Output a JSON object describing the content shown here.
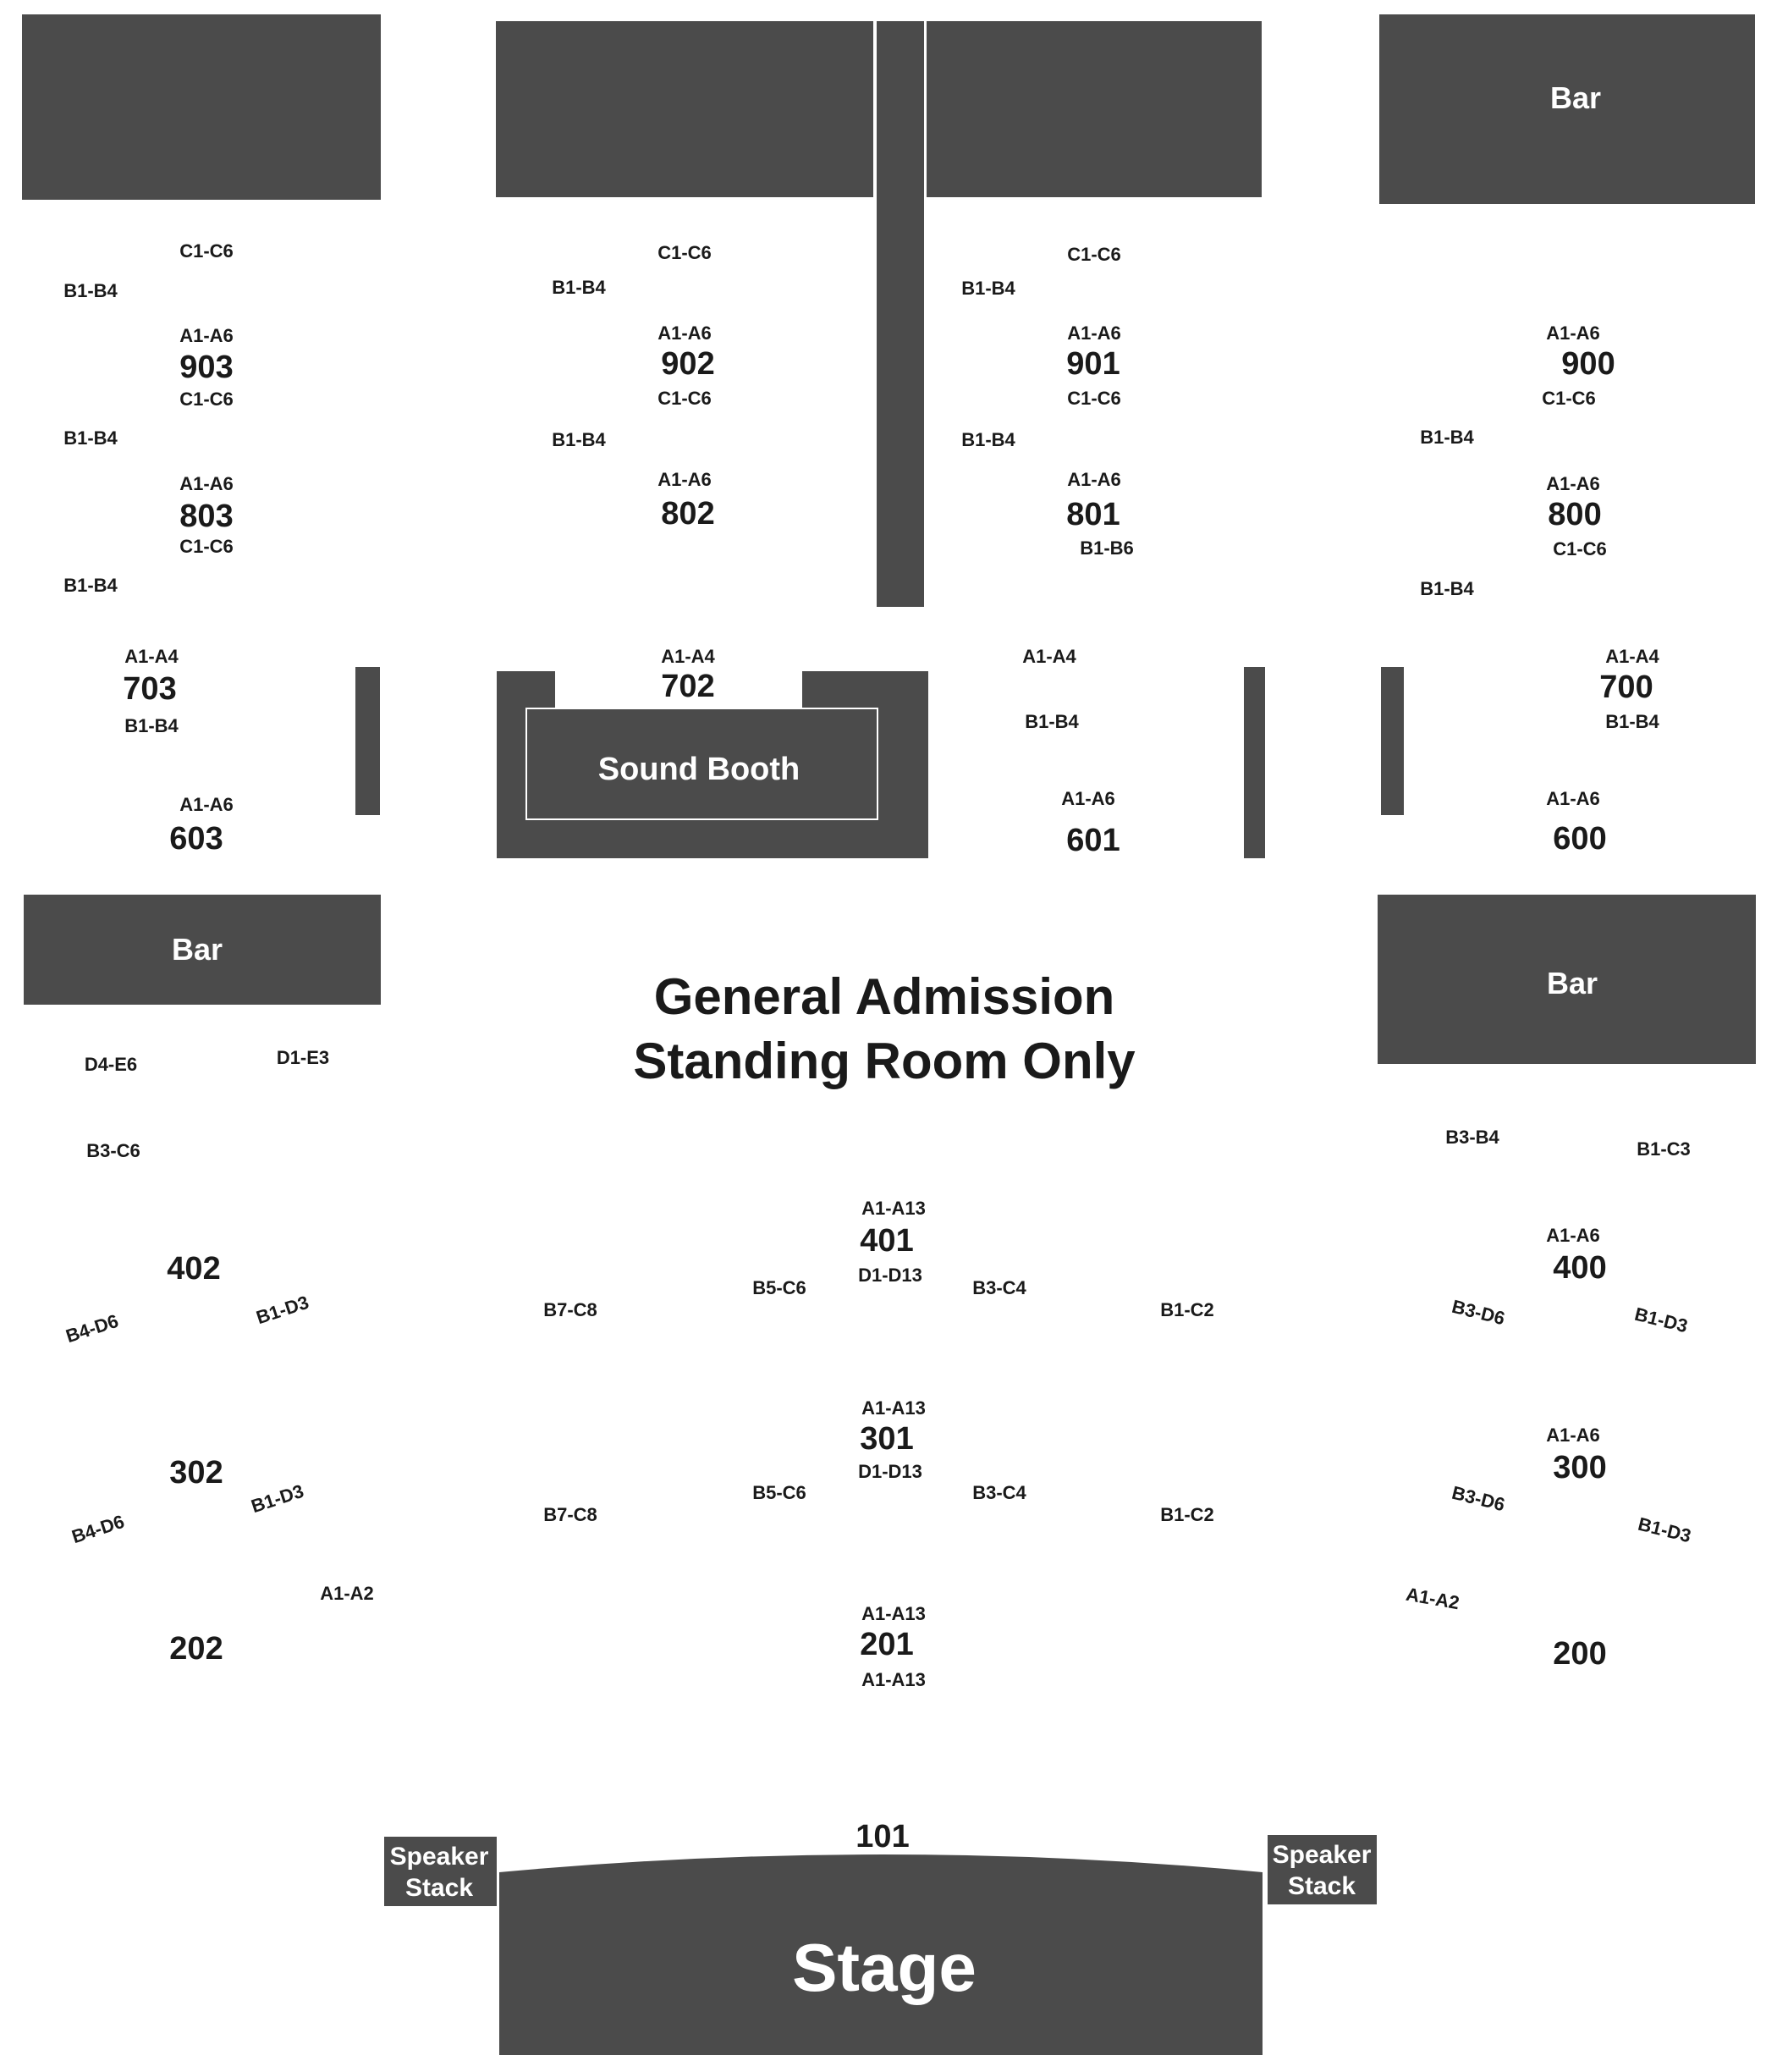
{
  "areas": {
    "bar_top_right": "Bar",
    "bar_left": "Bar",
    "bar_right": "Bar",
    "sound_booth": "Sound Booth",
    "speaker_left_line1": "Speaker",
    "speaker_left_line2": "Stack",
    "speaker_right_line1": "Speaker",
    "speaker_right_line2": "Stack",
    "stage": "Stage",
    "ga_line1": "General Admission",
    "ga_line2": "Standing Room Only"
  },
  "sections": {
    "s903": "903",
    "s902": "902",
    "s901": "901",
    "s900": "900",
    "s803": "803",
    "s802": "802",
    "s801": "801",
    "s800": "800",
    "s703": "703",
    "s702": "702",
    "s700": "700",
    "s603": "603",
    "s601": "601",
    "s600": "600",
    "s402": "402",
    "s401": "401",
    "s400": "400",
    "s302": "302",
    "s301": "301",
    "s300": "300",
    "s202": "202",
    "s201": "201",
    "s200": "200",
    "s101": "101"
  },
  "rows": {
    "r903_c": "C1-C6",
    "r903_b": "B1-B4",
    "r903_a": "A1-A6",
    "r803_c": "C1-C6",
    "r803_b": "B1-B4",
    "r803_a": "A1-A6",
    "r803_c2": "C1-C6",
    "r803_b2": "B1-B4",
    "r902_c": "C1-C6",
    "r902_b": "B1-B4",
    "r902_a": "A1-A6",
    "r802_c": "C1-C6",
    "r802_b": "B1-B4",
    "r802_a": "A1-A6",
    "r901_c": "C1-C6",
    "r901_b": "B1-B4",
    "r901_a": "A1-A6",
    "r801_c": "C1-C6",
    "r801_b": "B1-B4",
    "r801_a": "A1-A6",
    "r801_b6": "B1-B6",
    "r900_a": "A1-A6",
    "r900_c": "C1-C6",
    "r900_b": "B1-B4",
    "r800_a": "A1-A6",
    "r800_c": "C1-C6",
    "r800_b": "B1-B4",
    "r703_a": "A1-A4",
    "r703_b": "B1-B4",
    "r702_a": "A1-A4",
    "r701_a": "A1-A4",
    "r701_b": "B1-B4",
    "r700_a": "A1-A4",
    "r700_b": "B1-B4",
    "r603_a": "A1-A6",
    "r601_a": "A1-A6",
    "r600_a": "A1-A6",
    "r_d4e6": "D4-E6",
    "r_d1e3": "D1-E3",
    "r_b3c6": "B3-C6",
    "r402_b4d6": "B4-D6",
    "r402_b1d3": "B1-D3",
    "r302_b4d6": "B4-D6",
    "r302_b1d3": "B1-D3",
    "r202_a": "A1-A2",
    "r401_a": "A1-A13",
    "r401_d": "D1-D13",
    "r401_b7": "B7-C8",
    "r401_b5": "B5-C6",
    "r401_b3": "B3-C4",
    "r401_b1": "B1-C2",
    "r301_a": "A1-A13",
    "r301_d": "D1-D13",
    "r301_b7": "B7-C8",
    "r301_b5": "B5-C6",
    "r301_b3": "B3-C4",
    "r301_b1": "B1-C2",
    "r201_a": "A1-A13",
    "r201_a2": "A1-A13",
    "r_b3b4": "B3-B4",
    "r_b1c3": "B1-C3",
    "r400_a": "A1-A6",
    "r400_b3": "B3-D6",
    "r400_b1": "B1-D3",
    "r300_a": "A1-A6",
    "r300_b3": "B3-D6",
    "r300_b1": "B1-D3",
    "r200_a": "A1-A2"
  },
  "colors": {
    "block": "#4b4b4b",
    "text": "#1a1a1a",
    "label_on_block": "#ffffff",
    "background": "#ffffff"
  }
}
